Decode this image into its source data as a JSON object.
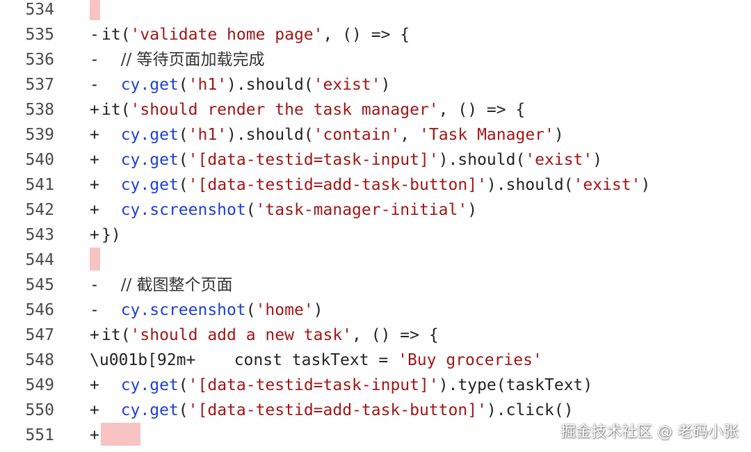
{
  "colors": {
    "function": "#1d3fd6",
    "string": "#a31515",
    "text": "#222222",
    "marker": "#f7c3c3"
  },
  "lines": [
    {
      "num": "534",
      "sign": "",
      "tokens": [],
      "marker": true
    },
    {
      "num": "535",
      "sign": "-",
      "tokens": [
        {
          "t": "txt",
          "v": "it("
        },
        {
          "t": "str",
          "v": "'validate home page'"
        },
        {
          "t": "txt",
          "v": ", () => {"
        }
      ]
    },
    {
      "num": "536",
      "sign": "-",
      "tokens": [
        {
          "t": "txt",
          "v": "  "
        },
        {
          "t": "cmt",
          "v": "// 等待页面加载完成"
        }
      ]
    },
    {
      "num": "537",
      "sign": "-",
      "tokens": [
        {
          "t": "txt",
          "v": "  "
        },
        {
          "t": "fn",
          "v": "cy.get"
        },
        {
          "t": "txt",
          "v": "("
        },
        {
          "t": "str",
          "v": "'h1'"
        },
        {
          "t": "txt",
          "v": ").should("
        },
        {
          "t": "str",
          "v": "'exist'"
        },
        {
          "t": "txt",
          "v": ")"
        }
      ]
    },
    {
      "num": "538",
      "sign": "+",
      "tokens": [
        {
          "t": "txt",
          "v": "it("
        },
        {
          "t": "str",
          "v": "'should render the task manager'"
        },
        {
          "t": "txt",
          "v": ", () => {"
        }
      ]
    },
    {
      "num": "539",
      "sign": "+",
      "tokens": [
        {
          "t": "txt",
          "v": "  "
        },
        {
          "t": "fn",
          "v": "cy.get"
        },
        {
          "t": "txt",
          "v": "("
        },
        {
          "t": "str",
          "v": "'h1'"
        },
        {
          "t": "txt",
          "v": ").should("
        },
        {
          "t": "str",
          "v": "'contain'"
        },
        {
          "t": "txt",
          "v": ", "
        },
        {
          "t": "str",
          "v": "'Task Manager'"
        },
        {
          "t": "txt",
          "v": ")"
        }
      ]
    },
    {
      "num": "540",
      "sign": "+",
      "tokens": [
        {
          "t": "txt",
          "v": "  "
        },
        {
          "t": "fn",
          "v": "cy.get"
        },
        {
          "t": "txt",
          "v": "("
        },
        {
          "t": "str",
          "v": "'[data-testid=task-input]'"
        },
        {
          "t": "txt",
          "v": ").should("
        },
        {
          "t": "str",
          "v": "'exist'"
        },
        {
          "t": "txt",
          "v": ")"
        }
      ]
    },
    {
      "num": "541",
      "sign": "+",
      "tokens": [
        {
          "t": "txt",
          "v": "  "
        },
        {
          "t": "fn",
          "v": "cy.get"
        },
        {
          "t": "txt",
          "v": "("
        },
        {
          "t": "str",
          "v": "'[data-testid=add-task-button]'"
        },
        {
          "t": "txt",
          "v": ").should("
        },
        {
          "t": "str",
          "v": "'exist'"
        },
        {
          "t": "txt",
          "v": ")"
        }
      ]
    },
    {
      "num": "542",
      "sign": "+",
      "tokens": [
        {
          "t": "txt",
          "v": "  "
        },
        {
          "t": "fn",
          "v": "cy.screenshot"
        },
        {
          "t": "txt",
          "v": "("
        },
        {
          "t": "str",
          "v": "'task-manager-initial'"
        },
        {
          "t": "txt",
          "v": ")"
        }
      ]
    },
    {
      "num": "543",
      "sign": "+",
      "tokens": [
        {
          "t": "txt",
          "v": "})"
        }
      ]
    },
    {
      "num": "544",
      "sign": "",
      "tokens": [],
      "marker": true
    },
    {
      "num": "545",
      "sign": "-",
      "tokens": [
        {
          "t": "txt",
          "v": "  "
        },
        {
          "t": "cmt",
          "v": "// 截图整个页面"
        }
      ]
    },
    {
      "num": "546",
      "sign": "-",
      "tokens": [
        {
          "t": "txt",
          "v": "  "
        },
        {
          "t": "fn",
          "v": "cy.screenshot"
        },
        {
          "t": "txt",
          "v": "("
        },
        {
          "t": "str",
          "v": "'home'"
        },
        {
          "t": "txt",
          "v": ")"
        }
      ]
    },
    {
      "num": "547",
      "sign": "+",
      "tokens": [
        {
          "t": "txt",
          "v": "it("
        },
        {
          "t": "str",
          "v": "'should add a new task'"
        },
        {
          "t": "txt",
          "v": ", () => {"
        }
      ]
    },
    {
      "num": "548",
      "sign": "",
      "raw": true,
      "tokens": [
        {
          "t": "txt",
          "v": "\\u001b[92m+    const taskText = "
        },
        {
          "t": "str",
          "v": "'Buy groceries'"
        }
      ]
    },
    {
      "num": "549",
      "sign": "+",
      "tokens": [
        {
          "t": "txt",
          "v": "  "
        },
        {
          "t": "fn",
          "v": "cy.get"
        },
        {
          "t": "txt",
          "v": "("
        },
        {
          "t": "str",
          "v": "'[data-testid=task-input]'"
        },
        {
          "t": "txt",
          "v": ").type(taskText)"
        }
      ]
    },
    {
      "num": "550",
      "sign": "+",
      "tokens": [
        {
          "t": "txt",
          "v": "  "
        },
        {
          "t": "fn",
          "v": "cy.get"
        },
        {
          "t": "txt",
          "v": "("
        },
        {
          "t": "str",
          "v": "'[data-testid=add-task-button]'"
        },
        {
          "t": "txt",
          "v": ").click()"
        }
      ]
    },
    {
      "num": "551",
      "sign": "+",
      "tokens": [],
      "marker": true,
      "wide_marker": true
    }
  ],
  "watermark": "掘金技术社区 @ 老码小张"
}
